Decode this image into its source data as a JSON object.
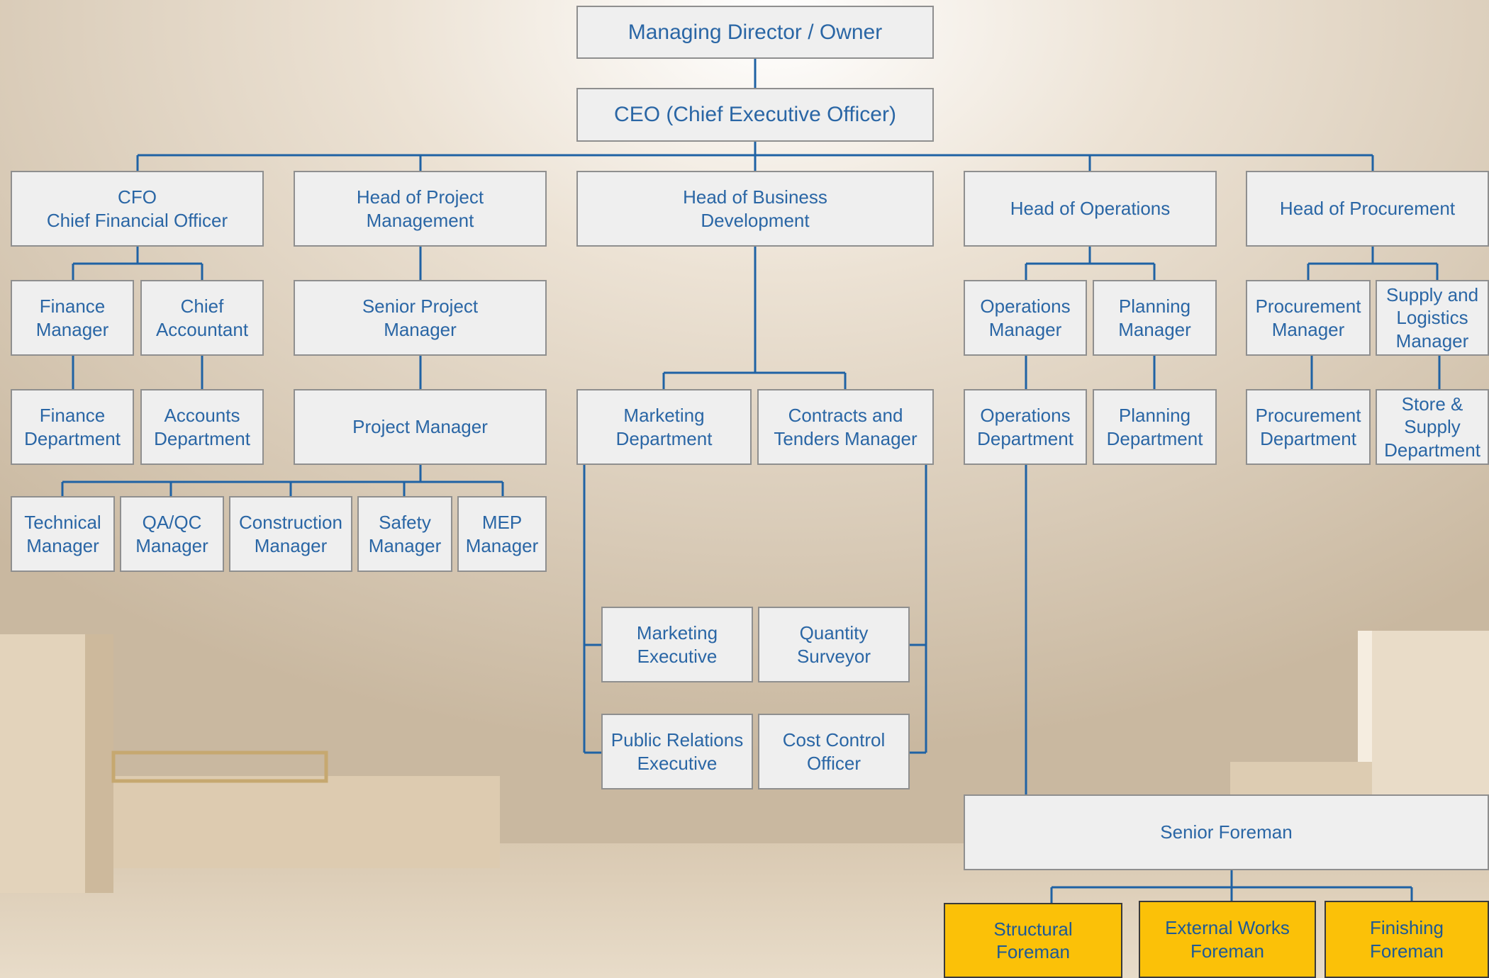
{
  "colors": {
    "box_fill": "#efefef",
    "box_text": "#2a66a5",
    "connector": "#1f62a4",
    "foreman_fill": "#fbc108"
  },
  "nodes": {
    "md": "Managing Director / Owner",
    "ceo": "CEO (Chief Executive Officer)",
    "cfo": "CFO\nChief Financial Officer",
    "hpm": "Head of Project\nManagement",
    "hbd": "Head of Business\nDevelopment",
    "hops": "Head of Operations",
    "hproc": "Head of Procurement",
    "fin_mgr": "Finance\nManager",
    "chief_acc": "Chief\nAccountant",
    "fin_dept": "Finance\nDepartment",
    "acc_dept": "Accounts\nDepartment",
    "spm": "Senior Project\nManager",
    "pm": "Project Manager",
    "tech_mgr": "Technical\nManager",
    "qaqc_mgr": "QA/QC\nManager",
    "const_mgr": "Construction\nManager",
    "safety_mgr": "Safety\nManager",
    "mep_mgr": "MEP\nManager",
    "mkt_dept": "Marketing\nDepartment",
    "contracts_mgr": "Contracts and\nTenders Manager",
    "mkt_exec": "Marketing\nExecutive",
    "qs": "Quantity\nSurveyor",
    "pr_exec": "Public Relations\nExecutive",
    "cost_ctrl": "Cost Control\nOfficer",
    "ops_mgr": "Operations\nManager",
    "plan_mgr": "Planning\nManager",
    "ops_dept": "Operations\nDepartment",
    "plan_dept": "Planning\nDepartment",
    "proc_mgr": "Procurement\nManager",
    "supply_mgr": "Supply and\nLogistics\nManager",
    "proc_dept": "Procurement\nDepartment",
    "store_dept": "Store &\nSupply\nDepartment",
    "senior_foreman": "Senior Foreman",
    "struct_foreman": "Structural\nForeman",
    "ext_foreman": "External Works\nForeman",
    "fin_foreman": "Finishing\nForeman"
  }
}
